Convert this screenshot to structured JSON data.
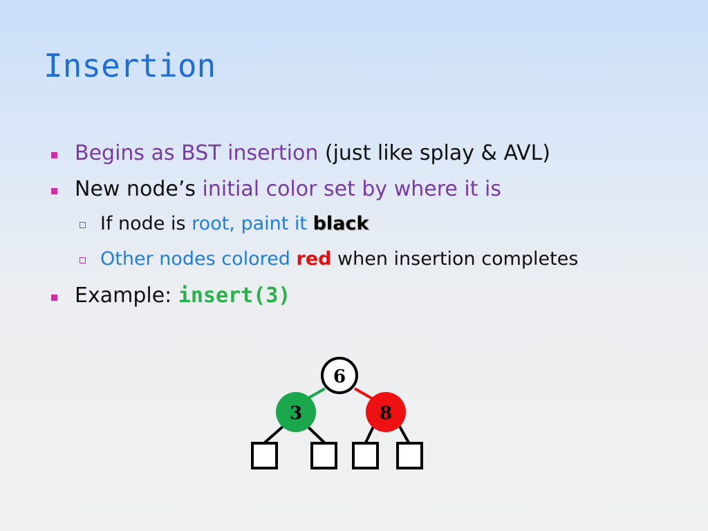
{
  "slide": {
    "title": "Insertion",
    "bullets": [
      {
        "parts": [
          "Begins as BST insertion",
          " (just like splay & AVL)"
        ]
      },
      {
        "parts": [
          "New node’s ",
          "initial color set by where it is"
        ]
      },
      {
        "parts": [
          "If node is ",
          "root, paint it ",
          "black"
        ]
      },
      {
        "parts": [
          "Other nodes colored ",
          "red",
          " when insertion completes"
        ]
      },
      {
        "parts": [
          "Example: ",
          "insert(3)"
        ]
      }
    ],
    "colors": {
      "title": "#1f6ed4",
      "bullet_marker": "#cc2fa8",
      "purple_text": "#7a3aa6",
      "blue_text": "#1f7fe0",
      "red_text": "#e01010",
      "code_text": "#2ab24a"
    }
  },
  "tree": {
    "nodes": [
      {
        "id": "root",
        "label": "6",
        "fill": "#ffffff",
        "text_color": "#000000"
      },
      {
        "id": "left",
        "label": "3",
        "fill": "#1aa64a",
        "text_color": "#000000"
      },
      {
        "id": "right",
        "label": "8",
        "fill": "#ee1111",
        "text_color": "#000000"
      }
    ],
    "edges": [
      {
        "from": "root",
        "to": "left",
        "color": "#1aa64a"
      },
      {
        "from": "root",
        "to": "right",
        "color": "#ee1111"
      }
    ],
    "leaves": [
      "nil",
      "nil",
      "nil",
      "nil"
    ]
  }
}
